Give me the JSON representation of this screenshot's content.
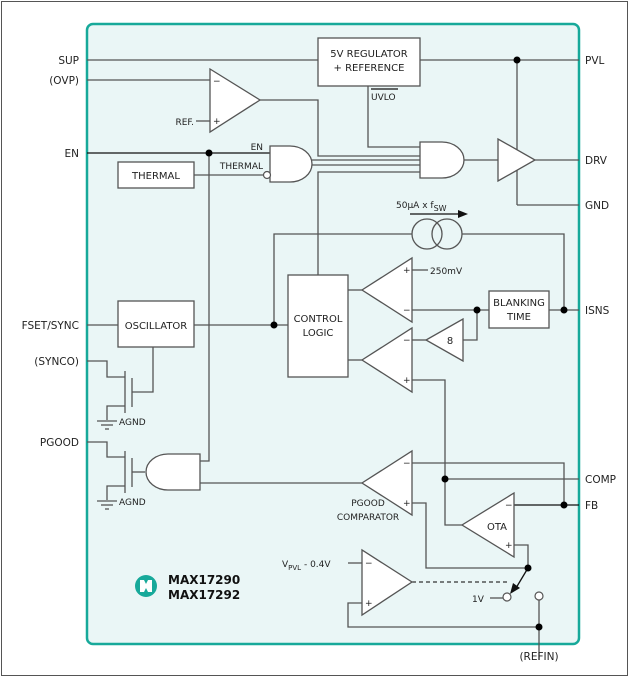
{
  "diagram": {
    "title_parts": [
      "MAX17290",
      "MAX17292"
    ],
    "brand_color": "#17a99a",
    "panel_bg": "#eaf6f6",
    "logo_icon": "maxim-logo-icon",
    "left_pins": {
      "sup": "SUP",
      "ovp": "(OVP)",
      "en": "EN",
      "fset": "FSET/SYNC",
      "synco": "(SYNCO)",
      "pgood": "PGOOD"
    },
    "right_pins": {
      "pvl": "PVL",
      "drv": "DRV",
      "gnd": "GND",
      "isns": "ISNS",
      "comp": "COMP",
      "fb": "FB"
    },
    "bottom_pins": {
      "refin": "(REFIN)"
    },
    "blocks": {
      "regulator_l1": "5V REGULATOR",
      "regulator_l2": "+ REFERENCE",
      "thermal": "THERMAL",
      "oscillator": "OSCILLATOR",
      "control_l1": "CONTROL",
      "control_l2": "LOGIC",
      "blanking_l1": "BLANKING",
      "blanking_l2": "TIME",
      "ota": "OTA",
      "gain": "8"
    },
    "labels": {
      "uvlo": "UVLO",
      "ref": "REF.",
      "gate_en": "EN",
      "gate_thermal": "THERMAL",
      "current_source": "50µA x f",
      "current_source_sub": "SW",
      "v250": "250mV",
      "agnd1": "AGND",
      "agnd2": "AGND",
      "pgood_comp_l1": "PGOOD",
      "pgood_comp_l2": "COMPARATOR",
      "vpvl_main": "V",
      "vpvl_sub": "PVL",
      "vpvl_rest": " - 0.4V",
      "one_volt": "1V",
      "minus": "−",
      "plus": "+"
    }
  }
}
